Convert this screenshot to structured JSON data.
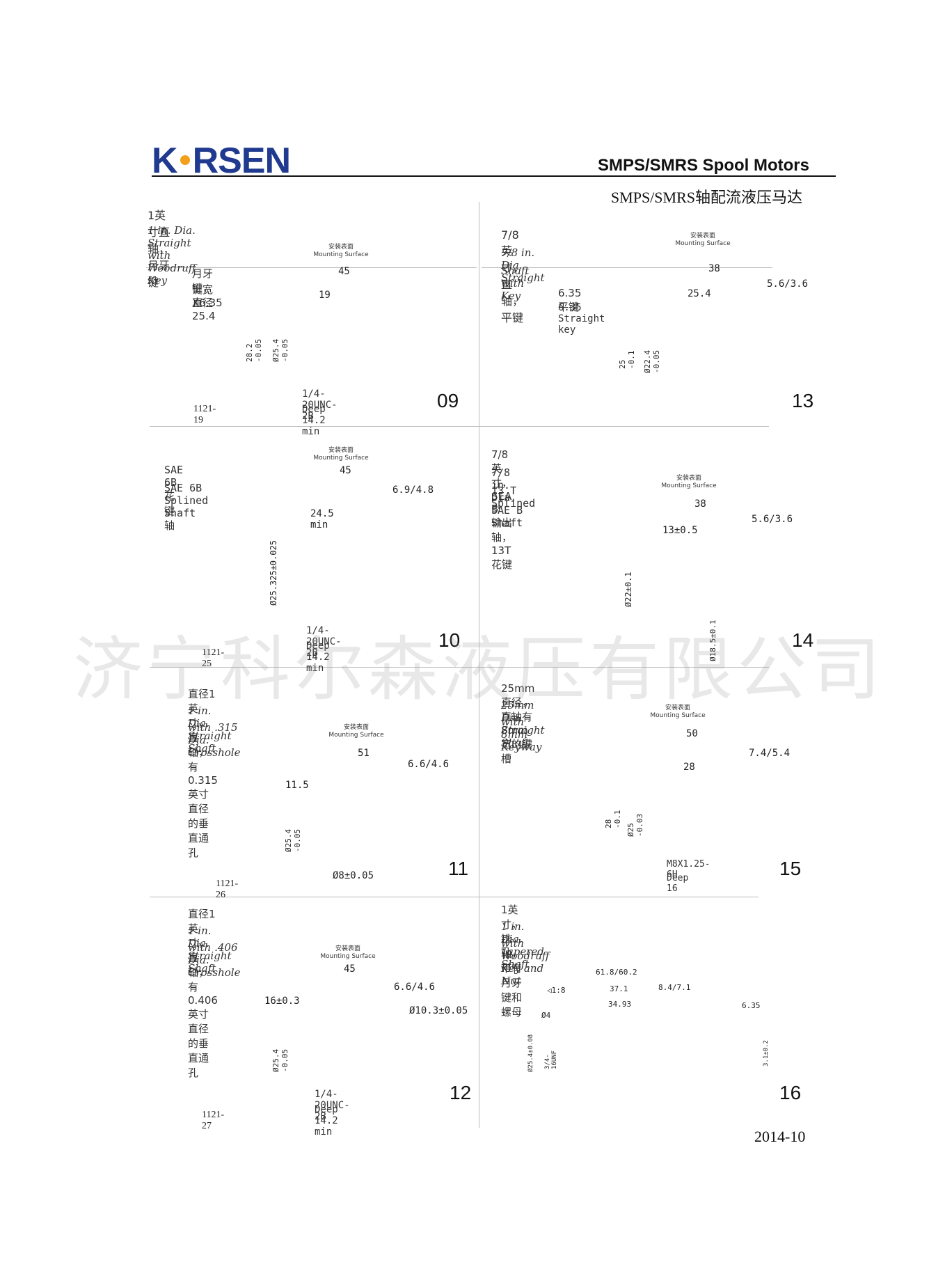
{
  "header": {
    "logo_left": "K",
    "logo_right": "RSEN",
    "title_en": "SMPS/SMRS  Spool  Motors",
    "title_cn": "SMPS/SMRS轴配流液压马达"
  },
  "watermark": "济宁科尔森液压有限公司",
  "footer": {
    "date": "2014-10"
  },
  "mounting_surface": {
    "cn": "安装表面",
    "en": "Mounting Surface"
  },
  "panels": {
    "p09": {
      "number": "09",
      "code": "1121-19",
      "title_cn": "1英寸直轴，月牙键",
      "title_en": "1 in. Dia. Straight with Woodruff Key",
      "note_cn1": "月牙键，直径25.4",
      "note_cn2": "键宽X6.35",
      "dims": [
        "45",
        "19",
        "28.2 -0.05",
        "Ø25.4 -0.05"
      ],
      "thread1": "1/4-20UNC-2B",
      "thread2": "Deep 14.2 min"
    },
    "p13": {
      "number": "13",
      "title_cn": "7/8英寸，直轴，平键",
      "title_en1": "7/8 in. Dia. Straight",
      "title_en2": "Shaft with Key",
      "note_cn": "6.35平键",
      "note_en": "6.35 Straight key",
      "dims": [
        "38",
        "25.4",
        "5.6/3.6",
        "25 -0.1",
        "Ø22.4 -0.05"
      ]
    },
    "p10": {
      "number": "10",
      "code": "1121-25",
      "title_cn": "SAE 6B花键轴",
      "title_en": "SAE 6B Splined Shaft",
      "dims": [
        "45",
        "6.9/4.8",
        "24.5 min",
        "Ø25.325±0.025"
      ],
      "thread1": "1/4-20UNC-2B",
      "thread2": "Deep 14.2 min"
    },
    "p14": {
      "number": "14",
      "title_cn": "7/8英寸，SEA B 输出轴，13T花键",
      "title_en1": "7/8 in. Dia. SAE B Shaft",
      "title_en2": "13 T Splined",
      "dims": [
        "38",
        "5.6/3.6",
        "13±0.5",
        "Ø22±0.1",
        "Ø18.5±0.1"
      ]
    },
    "p11": {
      "number": "11",
      "code": "1121-26",
      "title_cn": "直径1英寸，直轴，有0.315英寸直径的垂直通孔",
      "title_en1": "1 in. Dia. Straight Shaft",
      "title_en2": "with .315 Dia. Crosshole",
      "dims": [
        "51",
        "6.6/4.6",
        "11.5",
        "Ø25.4 -0.05",
        "Ø8±0.05"
      ]
    },
    "p15": {
      "number": "15",
      "title_cn": "25mm 直径，直轴有8mm宽的键槽",
      "title_en1": "25mm Dia. Straight Shaft",
      "title_en2": "with 8mm Keyway",
      "dims": [
        "50",
        "7.4/5.4",
        "28",
        "28 -0.1",
        "Ø25 -0.03"
      ],
      "thread1": "M8X1.25-6H",
      "thread2": "Deep 16"
    },
    "p12": {
      "number": "12",
      "code": "1121-27",
      "title_cn": "直径1英寸，直轴，有0.406英寸直径的垂直通孔",
      "title_en1": "1 in. Dia. Straight Shaft",
      "title_en2": "with .406 Dia. Crosshole",
      "dims": [
        "45",
        "6.6/4.6",
        "16±0.3",
        "Ø10.3±0.05",
        "Ø25.4 -0.05"
      ],
      "thread1": "1/4-20UNC-2B",
      "thread2": "Deep 14.2 min"
    },
    "p16": {
      "number": "16",
      "title_cn": "1英寸，锥轴，带有月牙键和螺母",
      "title_en1": "1 in. Dia. Tapered Shaft",
      "title_en2": "with Woodruff Key and Nut",
      "dims": [
        "61.8/60.2",
        "37.1",
        "8.4/7.1",
        "34.93",
        "◁1:8",
        "Ø4",
        "Ø25.4±0.08",
        "3/4-16UNF",
        "6.35",
        "3.1±0.2"
      ]
    }
  }
}
